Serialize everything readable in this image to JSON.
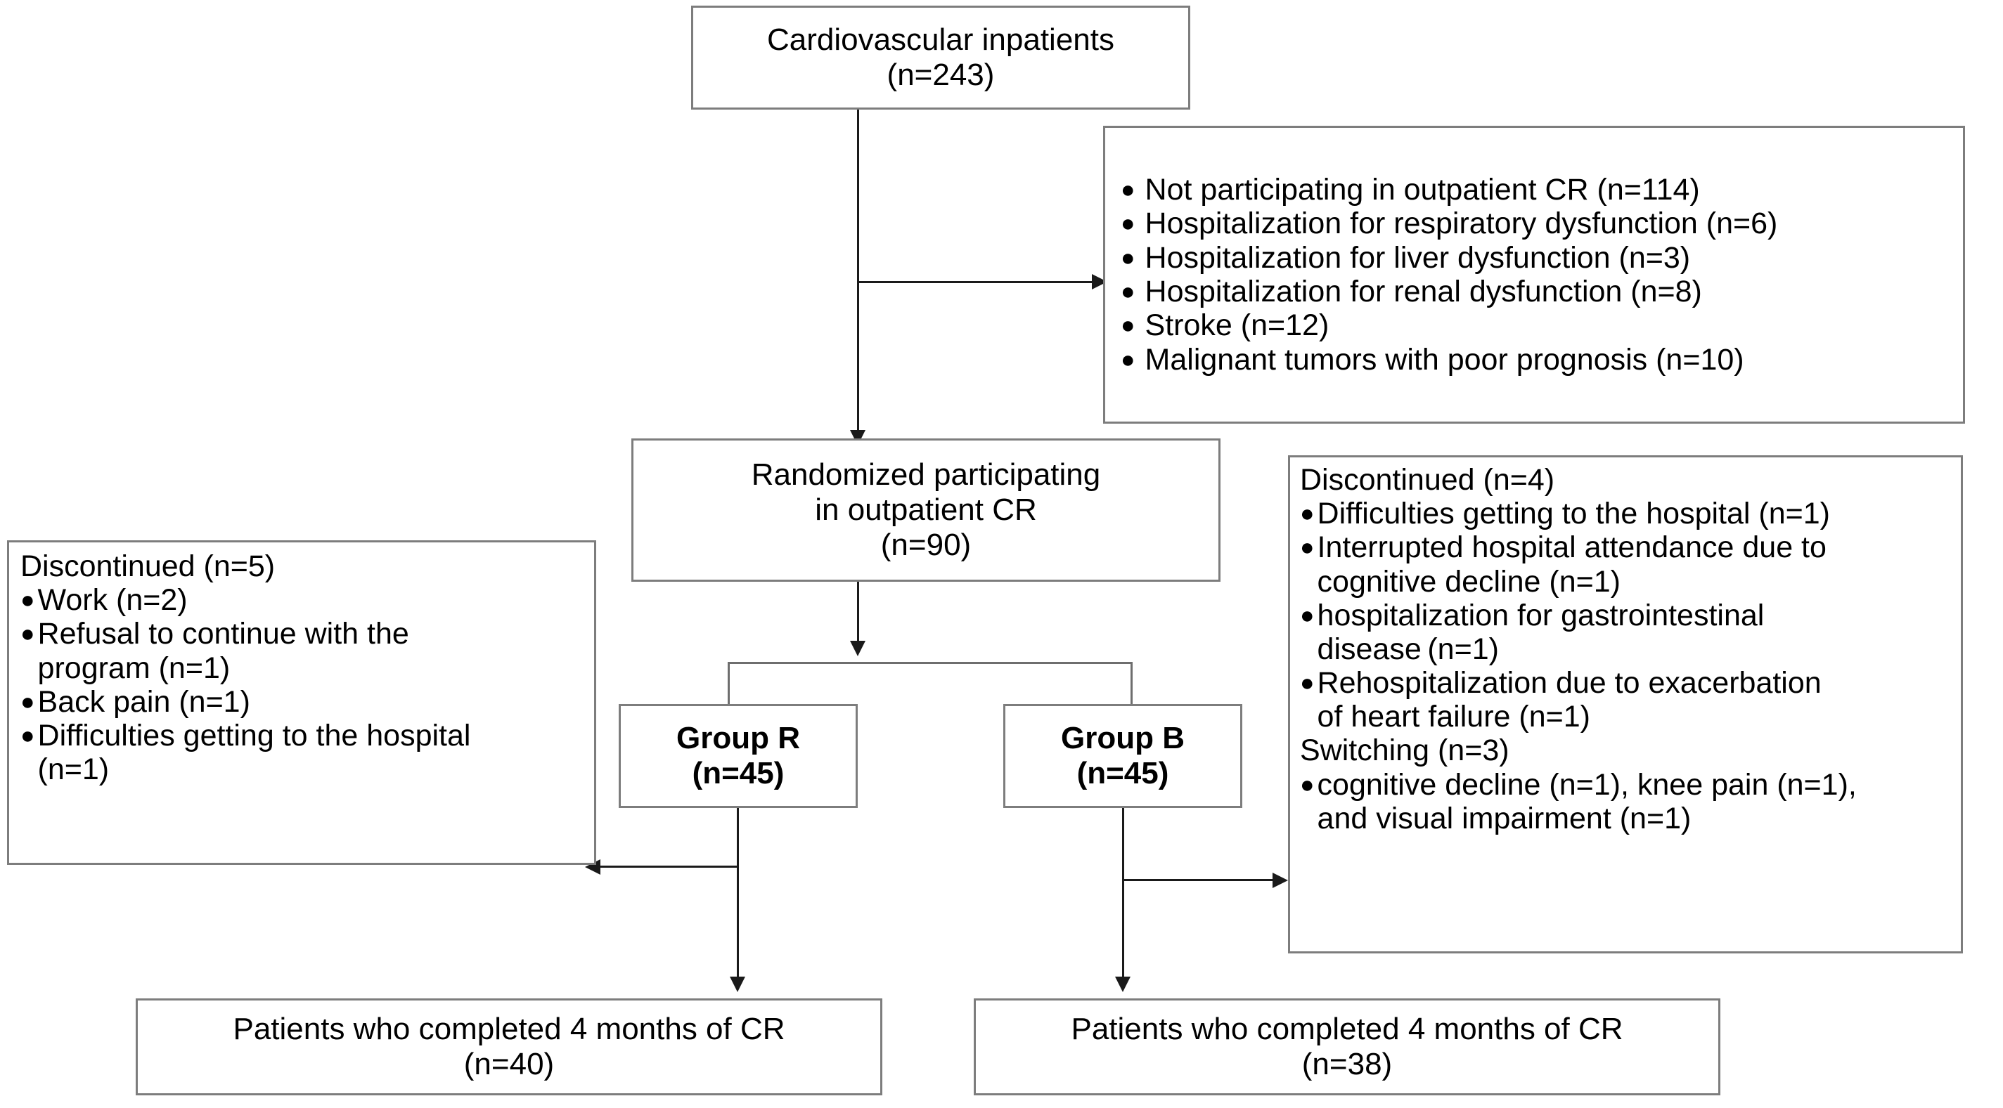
{
  "diagram": {
    "type": "CONSORT participant flow diagram",
    "bullet_glyph": "●"
  },
  "nodes": {
    "enrollment": {
      "line1": "Cardiovascular inpatients",
      "line2": "(n=243)"
    },
    "excluded": {
      "items": [
        "Not participating in outpatient CR  (n=114)",
        "Hospitalization  for respiratory dysfunction  (n=6)",
        "Hospitalization  for liver dysfunction  (n=3)",
        "Hospitalization  for renal dysfunction  (n=8)",
        "Stroke (n=12)",
        "Malignant tumors with poor prognosis  (n=10)"
      ]
    },
    "randomized": {
      "line1": "Randomized participating",
      "line2": "in outpatient CR",
      "line3": "(n=90)"
    },
    "group_r": {
      "line1": "Group R",
      "line2": "(n=45)"
    },
    "group_b": {
      "line1": "Group B",
      "line2": "(n=45)"
    },
    "discontinued_left": {
      "heading": "Discontinued  (n=5)",
      "items": [
        "Work (n=2)",
        "Refusal to continue with the\nprogram (n=1)",
        "Back pain (n=1)",
        "Difficulties getting to the hospital\n(n=1)"
      ]
    },
    "discontinued_right": {
      "heading": "Discontinued (n=4)",
      "items": [
        "Difficulties getting to the hospital (n=1)",
        "Interrupted hospital attendance due to\ncognitive decline (n=1)",
        "hospitalization for gastrointestinal\ndisease (n=1)",
        "Rehospitalization due to  exacerbation\nof heart failure  (n=1)"
      ],
      "subheading": "Switching (n=3)",
      "sub_items": [
        "cognitive decline (n=1), knee pain (n=1),\nand visual impairment (n=1)"
      ]
    },
    "completed_left": {
      "line1": "Patients who completed 4 months of CR",
      "line2": "(n=40)"
    },
    "completed_right": {
      "line1": "Patients who completed 4 months of CR",
      "line2": "(n=38)"
    }
  },
  "colors": {
    "box_border": "#7d7d7d",
    "connector": "#1a1a1a",
    "text": "#000000",
    "background": "#ffffff"
  }
}
